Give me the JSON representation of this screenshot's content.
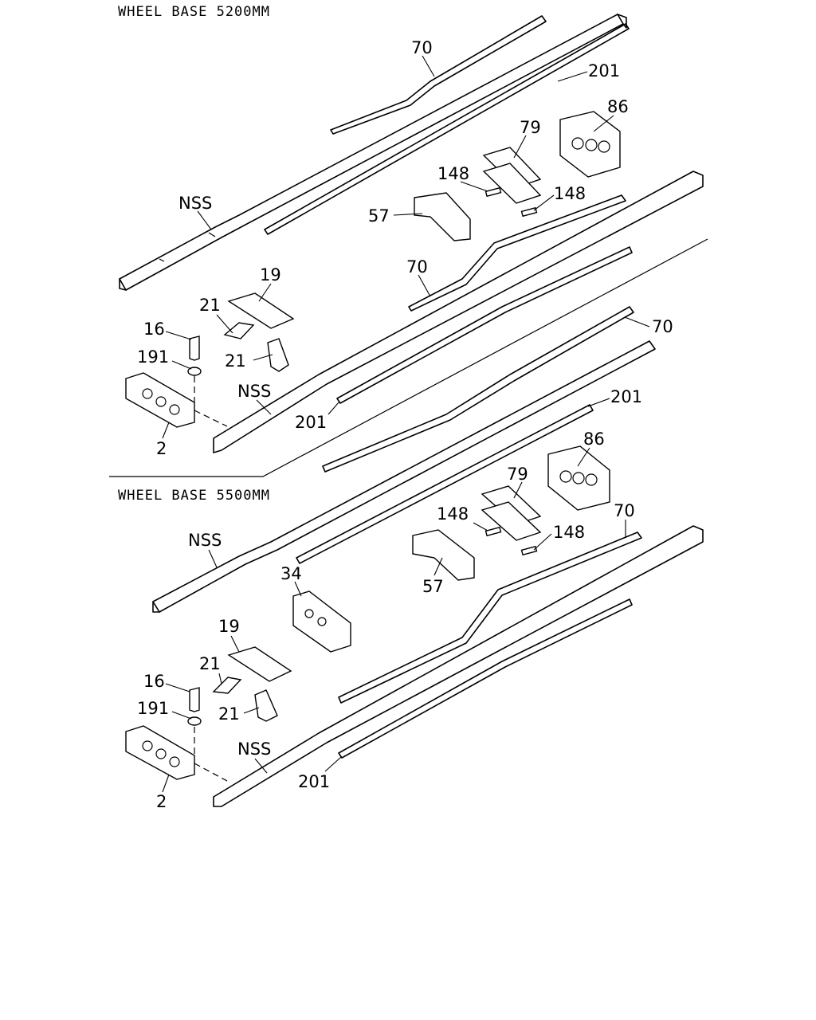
{
  "sections": [
    {
      "id": "wb5200",
      "title": "WHEEL BASE 5200MM",
      "callouts": [
        "70",
        "201",
        "86",
        "79",
        "148",
        "148",
        "NSS",
        "57",
        "70",
        "19",
        "21",
        "16",
        "21",
        "191",
        "70",
        "NSS",
        "201",
        "201",
        "2"
      ]
    },
    {
      "id": "wb5500",
      "title": "WHEEL BASE 5500MM",
      "callouts": [
        "86",
        "79",
        "148",
        "148",
        "70",
        "NSS",
        "34",
        "57",
        "19",
        "21",
        "16",
        "21",
        "191",
        "NSS",
        "201",
        "2"
      ]
    }
  ]
}
